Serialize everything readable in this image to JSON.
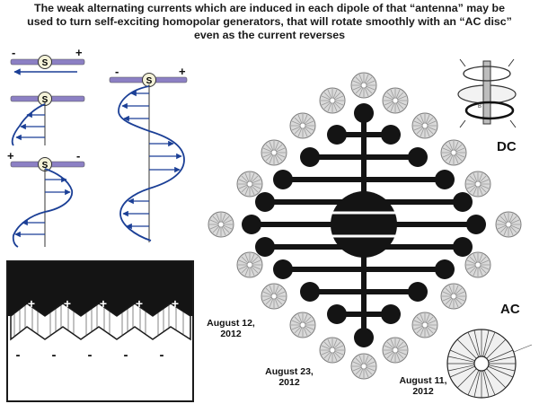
{
  "title": {
    "line1": "The weak alternating currents which are induced in each dipole of that “antenna” may be",
    "line2": "used to turn self-exciting homopolar generators, that will rotate smoothly with an “AC disc”",
    "line3": "even as the current reverses"
  },
  "dipoles": {
    "generator_symbol": "S",
    "plus": "+",
    "minus": "-"
  },
  "waveguide": {
    "plus": "+",
    "minus": "-"
  },
  "labels": {
    "dc": "DC",
    "ac": "AC",
    "date1": "August 12, 2012",
    "date2": "August 23, 2012",
    "date3": "August 11, 2012"
  },
  "colors": {
    "wave_blue": "#1b3f96",
    "dipole_purple": "#8c80c4",
    "disc_grey": "#d9d9d9",
    "ball_black": "#141414"
  }
}
